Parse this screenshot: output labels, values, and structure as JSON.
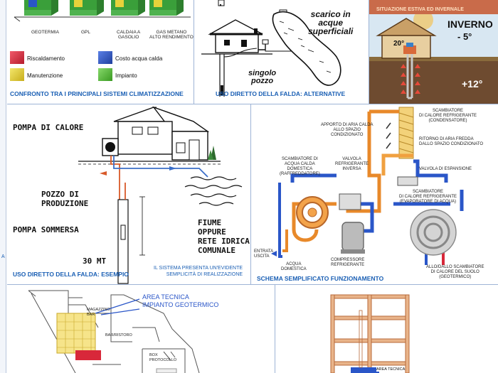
{
  "p1": {
    "bars": [
      "GEOTERMIA",
      "GPL",
      "CALDAIA A\nGASOLIO",
      "GAS METANO\nALTO RENDIMENTO"
    ],
    "legend": [
      {
        "label": "Riscaldamento",
        "color": "#d8283a"
      },
      {
        "label": "Costo acqua calda",
        "color": "#2a56c8"
      },
      {
        "label": "Manutenzione",
        "color": "#e7d23a"
      },
      {
        "label": "Impianto",
        "color": "#5bbf3a"
      }
    ],
    "caption": "CONFRONTO TRA I PRINCIPALI SISTEMI CLIMATIZZAZIONE"
  },
  "p2": {
    "scarico": "scarico in\nacque\nsuperficiali",
    "pozzo": "singolo\npozzo",
    "caption": "USO DIRETTO DELLA FALDA: ALTERNATIVE"
  },
  "p3": {
    "header": "SITUAZIONE ESTIVA ED INVERNALE",
    "inverno": "INVERNO",
    "outside": "- 5°",
    "inside": "20°",
    "ground": "+12°"
  },
  "p4": {
    "pompa_calore": "POMPA DI CALORE",
    "pozzo_prod": "POZZO DI\nPRODUZIONE",
    "pompa_sommersa": "POMPA SOMMERSA",
    "depth": "30 MT",
    "fiume": "FIUME\nOPPURE\nRETE IDRICA\nCOMUNALE",
    "caption_left": "USO DIRETTO DELLA FALDA: ESEMPIO",
    "caption_right": "IL SISTEMA PRESENTA UN'EVIDENTE\nSEMPLICITÀ DI REALIZZAZIONE"
  },
  "p5": {
    "scamb_cond": "SCAMBIATORE\nDI CALORE REFRIGERANTE\n(CONDENSATORE)",
    "apporto": "APPORTO DI ARIA CALDA\nALLO SPAZIO\nCONDIZIONATO",
    "ritorno": "RITORNO DI ARIA FREDDA\nDALLO SPAZIO CONDIZIONATO",
    "valvola_esp": "VALVOLA DI ESPANSIONE",
    "scamb_acqua": "SCAMBIATORE DI\nACQUA CALDA\nDOMESTICA\n(RAFFREDDATORE)",
    "valvola_inv": "VALVOLA\nREFRIGERANTE\nINVERSA",
    "scamb_evap": "SCAMBIATORE\nDI CALORE REFRIGERANTE\n(EVAPORATORE DI ACQUA)",
    "entrata": "ENTRATA\nUSCITA",
    "acqua_dom": "ACQUA\nDOMESTICA",
    "compressore": "COMPRESSORE\nREFRIGERANTE",
    "allo_scamb": "ALLO/DALLO SCAMBIATORE\nDI CALORE DEL SUOLO\n(GEOTERMICO)",
    "caption": "SCHEMA SEMPLIFICATO FUNZIONAMENTO"
  },
  "p6": {
    "area": "AREA TECNICA\nIMPIANTO GEOTERMICO",
    "magazzino": "MAGAZZINO\nBAR",
    "bar": "BAR/RISTORO",
    "box": "BOX\nPROTOCOLLO"
  },
  "p7": {
    "area": "AREA TECNICA"
  },
  "misc": {
    "side_letter": "A"
  }
}
